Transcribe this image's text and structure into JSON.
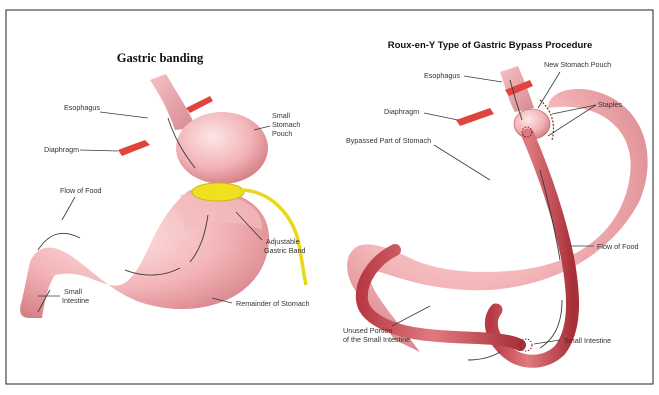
{
  "left_panel": {
    "title": "Gastric banding",
    "labels": {
      "esophagus": "Esophagus",
      "diaphragm": "Diaphragm",
      "small_pouch_1": "Small",
      "small_pouch_2": "Stomach",
      "small_pouch_3": "Pouch",
      "flow_of_food": "Flow of Food",
      "band_1": "Adjustable",
      "band_2": "Gastric Band",
      "small_intestine_1": "Small",
      "small_intestine_2": "Intestine",
      "remainder": "Remainder of Stomach"
    }
  },
  "right_panel": {
    "title": "Roux-en-Y Type of Gastric Bypass Procedure",
    "labels": {
      "esophagus": "Esophagus",
      "new_pouch": "New Stomach Pouch",
      "diaphragm": "Diaphragm",
      "staples": "Staples",
      "bypassed": "Bypassed Part of Stomach",
      "flow_of_food": "Flow of Food",
      "unused_1": "Unused Portion",
      "unused_2": "of the Small Intestine",
      "small_intestine": "Small Intestine"
    }
  },
  "colors": {
    "border": "#222222",
    "stomach_light": "#f7c9c9",
    "stomach_mid": "#eea3a6",
    "stomach_dark": "#c9676f",
    "diaphragm": "#e0453d",
    "band": "#f0e020",
    "intestine": "#c8434d"
  }
}
